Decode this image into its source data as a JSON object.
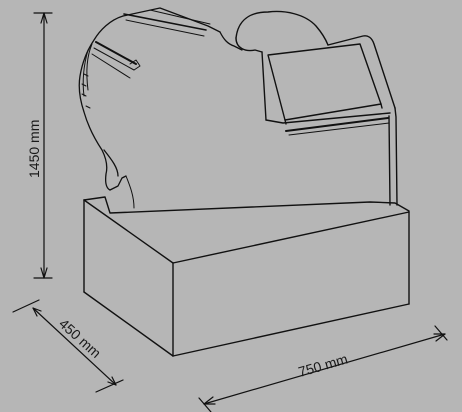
{
  "diagram": {
    "type": "product-dimension-drawing",
    "background_color": "#b6b6b6",
    "line_color": "#111111",
    "dimensions": {
      "height_label": "1450 mm",
      "depth_label": "450 mm",
      "width_label": "750 mm"
    }
  }
}
